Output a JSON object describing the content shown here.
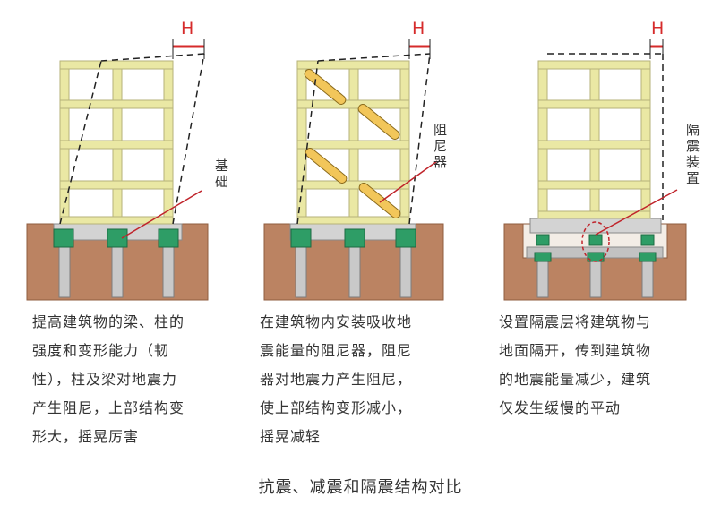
{
  "panels": [
    {
      "id": "seismic-resistance",
      "h_label": "H",
      "component_label": "基础",
      "description": "提高建筑物的梁、柱的\n强度和变形能力（韧\n性），柱及梁对地震力\n产生阻尼，上部结构变\n形大，摇晃厉害"
    },
    {
      "id": "vibration-damping",
      "h_label": "H",
      "component_label": "阻尼器",
      "description": "在建筑物内安装吸收地\n震能量的阻尼器，阻尼\n器对地震力产生阻尼，\n使上部结构变形减小，\n摇晃减轻"
    },
    {
      "id": "seismic-isolation",
      "h_label": "H",
      "component_label": "隔震装置",
      "description": "设置隔震层将建筑物与\n地面隔开，传到建筑物\n的地震能量减少，建筑\n仅发生缓慢的平动"
    }
  ],
  "caption": "抗震、减震和隔震结构对比",
  "colors": {
    "frame": "#eae8a4",
    "frame_stroke": "#b6b27a",
    "soil": "#bb8362",
    "soil_edge": "#8f5c3f",
    "base_slab": "#d3d3d3",
    "footing": "#2e9d66",
    "pile": "#c9c9c9",
    "damper": "#f2c65a",
    "leader": "#c0242b",
    "h_marker": "#d62b2b"
  }
}
